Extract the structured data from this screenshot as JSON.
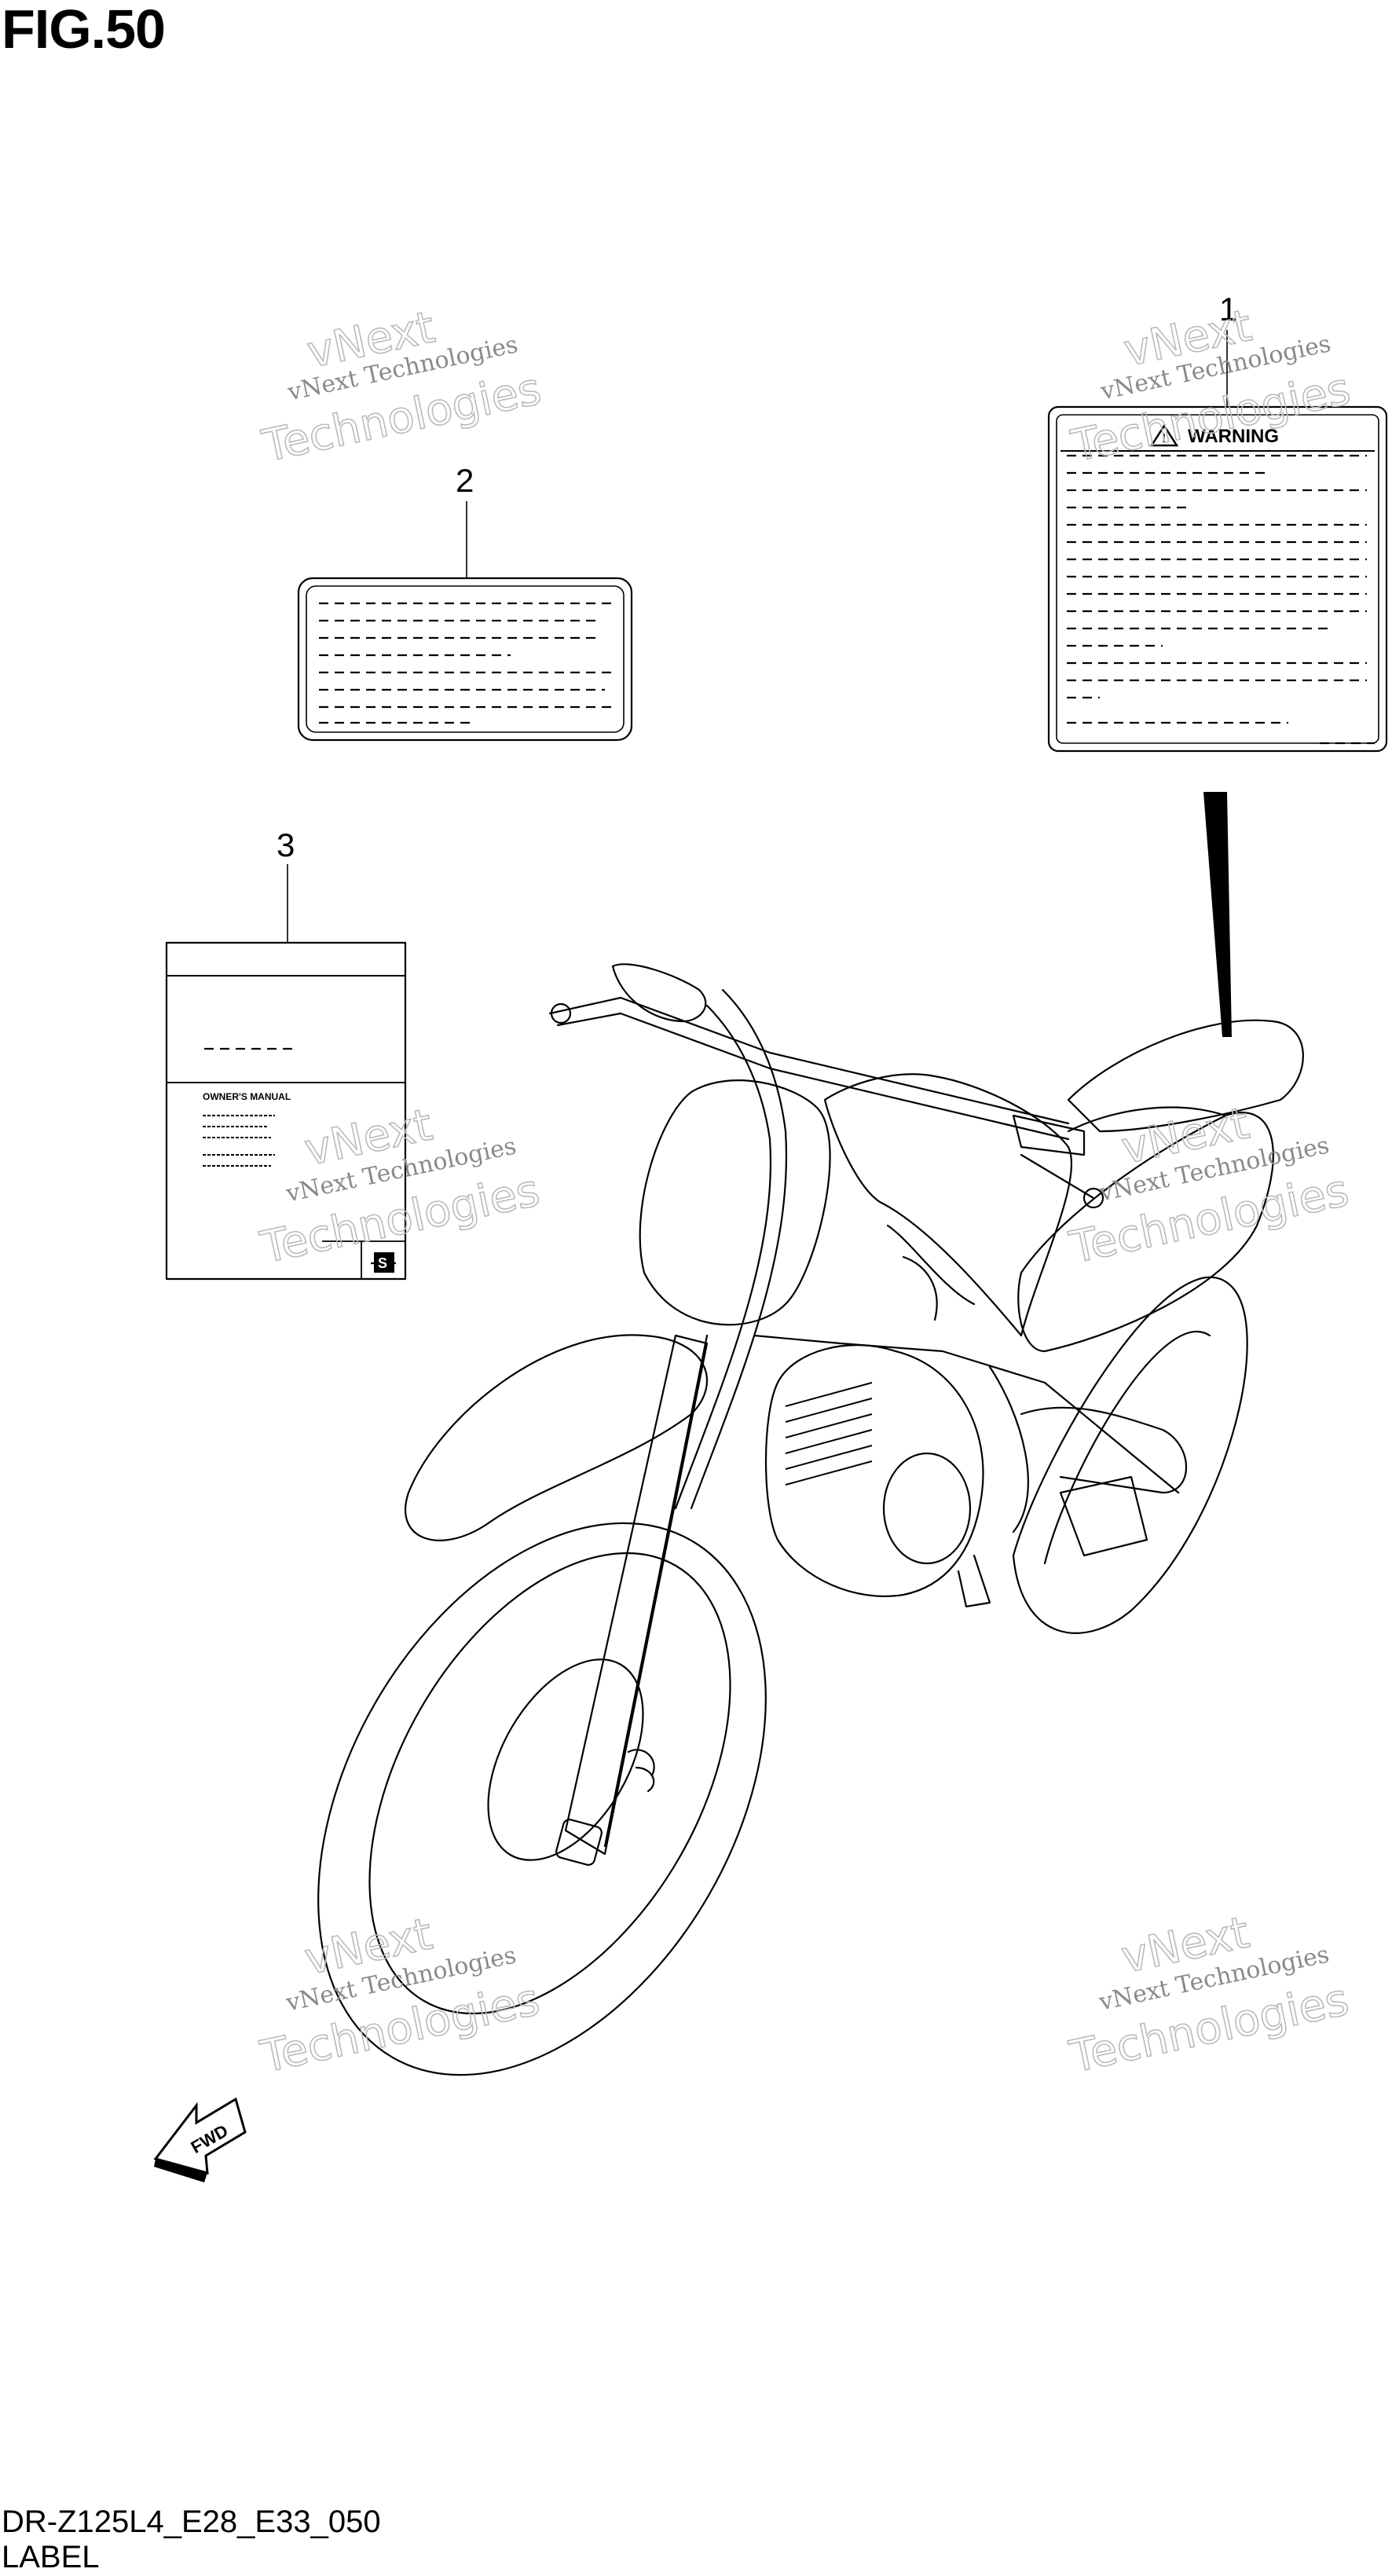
{
  "figure": {
    "title": "FIG.50",
    "code": "DR-Z125L4_E28_E33_050",
    "caption": "LABEL"
  },
  "callouts": [
    {
      "number": "1",
      "part": "warning-label"
    },
    {
      "number": "2",
      "part": "info-label"
    },
    {
      "number": "3",
      "part": "owners-manual"
    }
  ],
  "warning_label": {
    "heading": "WARNING"
  },
  "owners_manual": {
    "heading": "OWNER'S MANUAL"
  },
  "direction_arrow": {
    "label": "FWD"
  },
  "watermark": {
    "line1": "vNext Technologies",
    "line2": "Technologies",
    "line3": "vNext"
  },
  "icons": {
    "warning_triangle": "warning-triangle-icon",
    "brand_logo": "suzuki-logo-icon",
    "forward_arrow": "fwd-arrow-icon"
  }
}
